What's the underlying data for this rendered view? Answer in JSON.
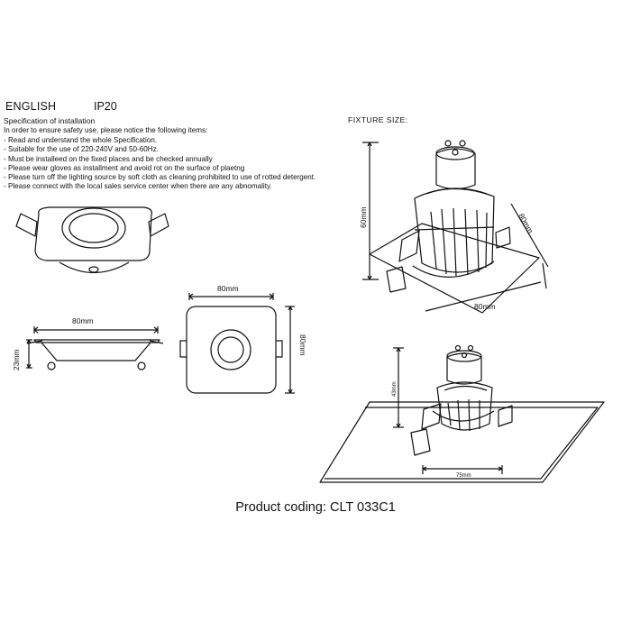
{
  "header": {
    "language": "ENGLISH",
    "ip_rating": "IP20"
  },
  "spec": {
    "title": "Specification of installation",
    "intro": "In order to ensure safety use, please notice the following items:",
    "items": [
      "- Read and understand the whole Specification.",
      "- Suitable for the use of 220-240V and 50-60Hz.",
      "- Must be installeed on the fixed places and be checked annually",
      "- Please wear gloves as installment and avoid rot on the surface of plaetng",
      "- Please turn off the lighting source by soft cloth as cleaning prohibited to use of rotted detergent.",
      "- Please connect with the local sales service center when there are any abnomality."
    ]
  },
  "dimensions": {
    "side_width": "80mm",
    "side_height": "23mm",
    "top_width": "80mm",
    "top_height": "80mm"
  },
  "fixture": {
    "title": "FIXTURE SIZE:",
    "height": "60mm",
    "depth": "80mm",
    "width": "80mm",
    "install_height": "43mm",
    "cutout": "75mm"
  },
  "product": {
    "coding": "Product coding: CLT 033C1"
  }
}
